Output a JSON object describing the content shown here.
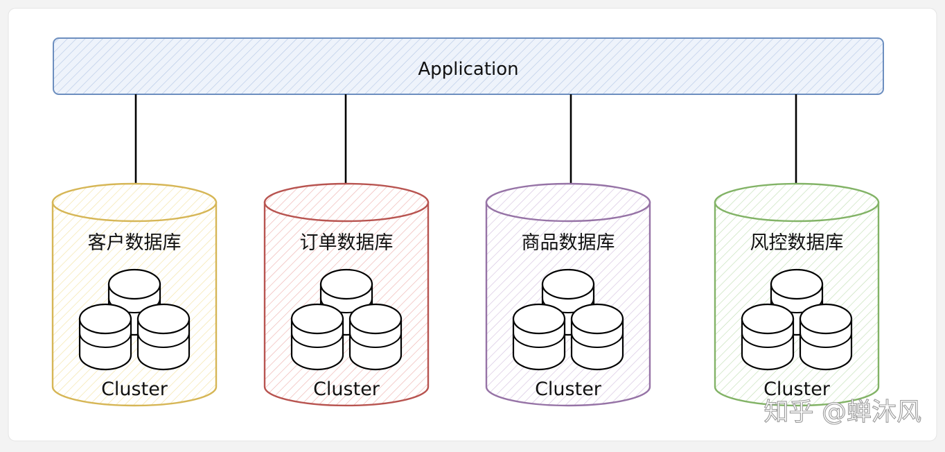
{
  "application": {
    "label": "Application",
    "color": "#6c8ebf",
    "fill": "#dae8fc"
  },
  "databases": [
    {
      "name": "客户数据库",
      "cluster_label": "Cluster",
      "color": "#d6b656",
      "fill": "#fff2cc"
    },
    {
      "name": "订单数据库",
      "cluster_label": "Cluster",
      "color": "#b85450",
      "fill": "#f8cecc"
    },
    {
      "name": "商品数据库",
      "cluster_label": "Cluster",
      "color": "#9673a6",
      "fill": "#e1d5e7"
    },
    {
      "name": "风控数据库",
      "cluster_label": "Cluster",
      "color": "#82b366",
      "fill": "#d5e8d4"
    }
  ],
  "watermark": "知乎 @蝉沐风"
}
